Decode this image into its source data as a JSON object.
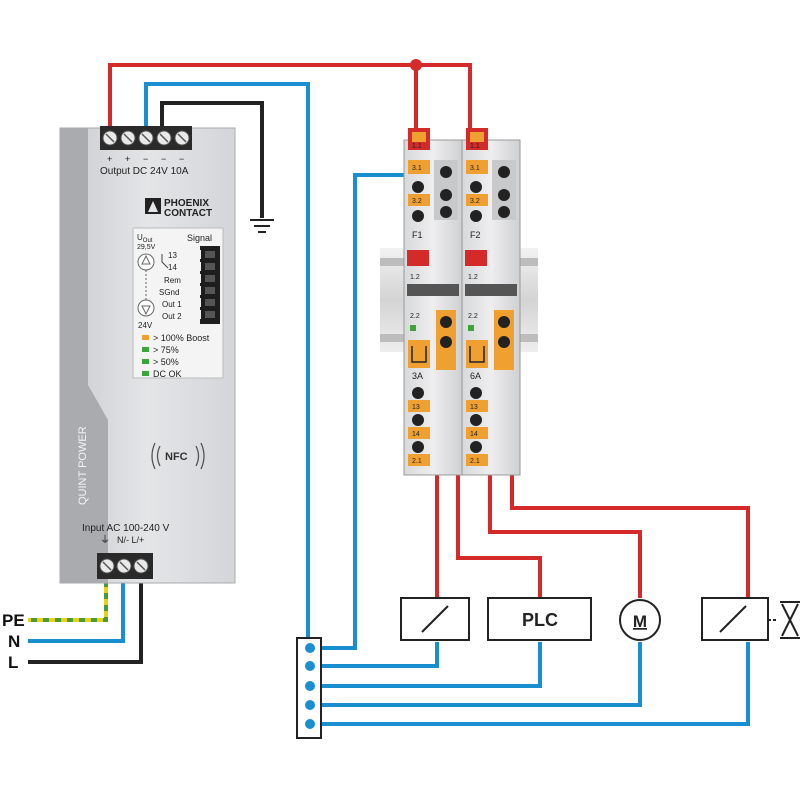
{
  "colors": {
    "positive": "#d42a2a",
    "negative": "#1a8fcf",
    "ground": "#222222",
    "pe_green": "#4a9a3a",
    "pe_yellow": "#e6d21a",
    "orange": "#f0a030",
    "led_green": "#3aa63a"
  },
  "power_supply": {
    "output_label": "Output DC 24V 10A",
    "output_polarity": [
      "+",
      "+",
      "−",
      "−",
      "−"
    ],
    "brand_line1": "PHOENIX",
    "brand_line2": "CONTACT",
    "uout_label": "U",
    "uout_sub": "Out",
    "uout_value": "29,5V",
    "uout_min": "24V",
    "signal_header": "Signal",
    "signal_terms": [
      "13",
      "14",
      "Rem",
      "SGnd",
      "Out 1",
      "Out 2"
    ],
    "legend": [
      {
        "text": "> 100% Boost",
        "color": "#f0a030"
      },
      {
        "text": "> 75%",
        "color": "#3aa63a"
      },
      {
        "text": "> 50%",
        "color": "#3aa63a"
      },
      {
        "text": "DC OK",
        "color": "#3aa63a"
      }
    ],
    "side_label": "QUINT POWER",
    "nfc_label": "NFC",
    "input_label": "Input AC 100-240 V",
    "input_polarity": "N/- L/+",
    "input_ground_symbol": "⏚"
  },
  "mains": [
    "PE",
    "N",
    "L"
  ],
  "breakers": [
    {
      "name": "F1",
      "rating": "3A",
      "t_top_a": "1.1",
      "t_top_b": "3.1",
      "t_top_c": "3.2",
      "t_mid1": "1.2",
      "t_mid2": "2.2",
      "t_low": [
        "13",
        "14",
        "2.1"
      ]
    },
    {
      "name": "F2",
      "rating": "6A",
      "t_top_a": "1.1",
      "t_top_b": "3.1",
      "t_top_c": "3.2",
      "t_mid1": "1.2",
      "t_mid2": "2.2",
      "t_low": [
        "13",
        "14",
        "2.1"
      ]
    }
  ],
  "loads": [
    {
      "name": "relay-coil",
      "label": ""
    },
    {
      "name": "plc",
      "label": "PLC"
    },
    {
      "name": "motor",
      "label": "M"
    },
    {
      "name": "valve",
      "label": ""
    }
  ]
}
